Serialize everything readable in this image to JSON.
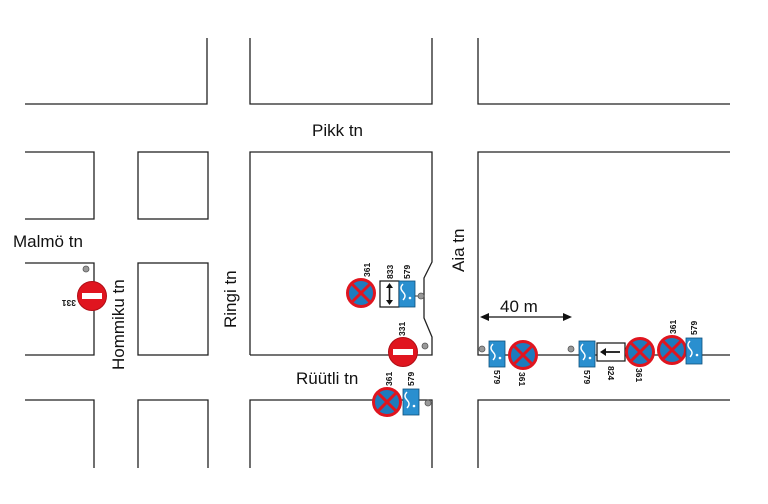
{
  "streets": {
    "pikk": "Pikk tn",
    "malmo": "Malmö tn",
    "hommiku": "Hommiku tn",
    "ringi": "Ringi tn",
    "aia": "Aia tn",
    "ruutli": "Rüütli tn"
  },
  "distance_label": "40 m",
  "sign_codes": {
    "no_entry": "331",
    "no_stopping": "361",
    "plate_579": "579",
    "plate_833": "833",
    "plate_824": "824"
  },
  "colors": {
    "sign_red": "#e0151f",
    "sign_blue": "#1e7bbd",
    "plate_blue": "#2a8fcf",
    "line": "#222222"
  }
}
